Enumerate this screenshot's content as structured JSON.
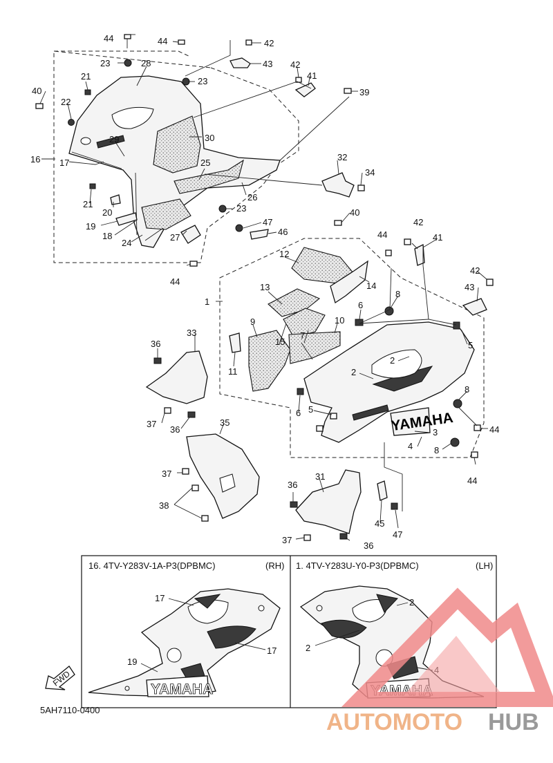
{
  "diagram": {
    "labels": {
      "n1": "1",
      "n2": "2",
      "n3": "3",
      "n4": "4",
      "n5": "5",
      "n6": "6",
      "n7": "7",
      "n8": "8",
      "n9": "9",
      "n10": "10",
      "n11": "11",
      "n12": "12",
      "n13": "13",
      "n14": "14",
      "n15": "15",
      "n16": "16",
      "n17": "17",
      "n18": "18",
      "n19": "19",
      "n20": "20",
      "n21": "21",
      "n22": "22",
      "n23": "23",
      "n24": "24",
      "n25": "25",
      "n26": "26",
      "n27": "27",
      "n28": "28",
      "n29": "29",
      "n30": "30",
      "n31": "31",
      "n32": "32",
      "n33": "33",
      "n34": "34",
      "n35": "35",
      "n36": "36",
      "n37": "37",
      "n38": "38",
      "n39": "39",
      "n40": "40",
      "n41": "41",
      "n42": "42",
      "n43": "43",
      "n44": "44",
      "n45": "45",
      "n46": "46",
      "n47": "47"
    },
    "variant_rh": {
      "title": "16. 4TV-Y283V-1A-P3(DPBMC)",
      "side": "(RH)"
    },
    "variant_lh": {
      "title": "1. 4TV-Y283U-Y0-P3(DPBMC)",
      "side": "(LH)"
    },
    "decal_text": "YAMAHA",
    "fwd_label": "FWD",
    "diagram_code": "5AH7110-0400"
  },
  "watermark": {
    "text_part1": "AUTOMOTO",
    "text_part2": "HUB",
    "color_part1": "#f0b488",
    "color_part2": "#9a9a9a",
    "triangle_color": "#f08a8a"
  }
}
